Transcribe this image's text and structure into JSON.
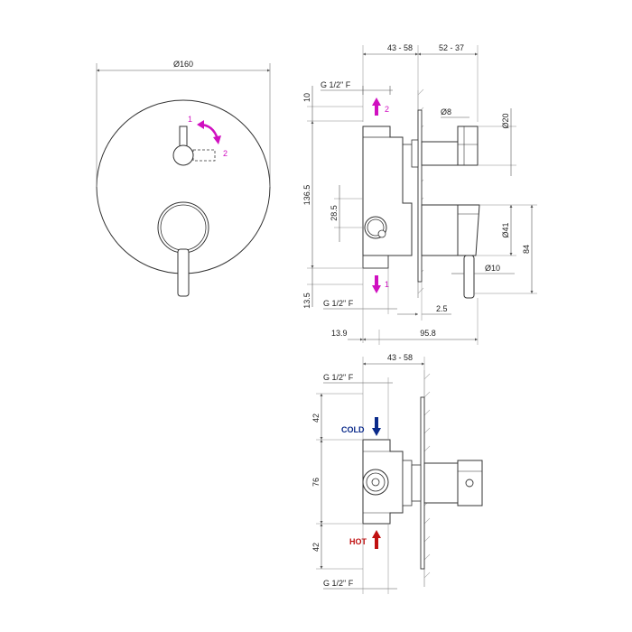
{
  "colors": {
    "line": "#333333",
    "dim": "#555555",
    "magenta": "#d010c0",
    "cold": "#0a2a8a",
    "hot": "#c01010"
  },
  "front_view": {
    "dia_160": "Ø160",
    "rot_1": "1",
    "rot_2": "2"
  },
  "side_view": {
    "dim_43_58": "43 - 58",
    "dim_52_37": "52 - 37",
    "thread_top": "G 1/2\" F",
    "dim_10": "10",
    "outlet_2": "2",
    "dia_8": "Ø8",
    "dia_20": "Ø20",
    "dim_136_5": "136.5",
    "dim_28_5": "28.5",
    "dia_41": "Ø41",
    "dim_84": "84",
    "dia_10": "Ø10",
    "outlet_1": "1",
    "dim_13_5": "13.5",
    "thread_bottom": "G 1/2\" F",
    "dim_2_5": "2.5",
    "dim_13_9": "13.9",
    "dim_95_8": "95.8"
  },
  "bottom_view": {
    "dim_43_58": "43 - 58",
    "thread_top": "G 1/2\" F",
    "dim_42_top": "42",
    "cold_label": "COLD",
    "dim_76": "76",
    "dim_42_bottom": "42",
    "hot_label": "HOT",
    "thread_bottom": "G 1/2\" F"
  }
}
